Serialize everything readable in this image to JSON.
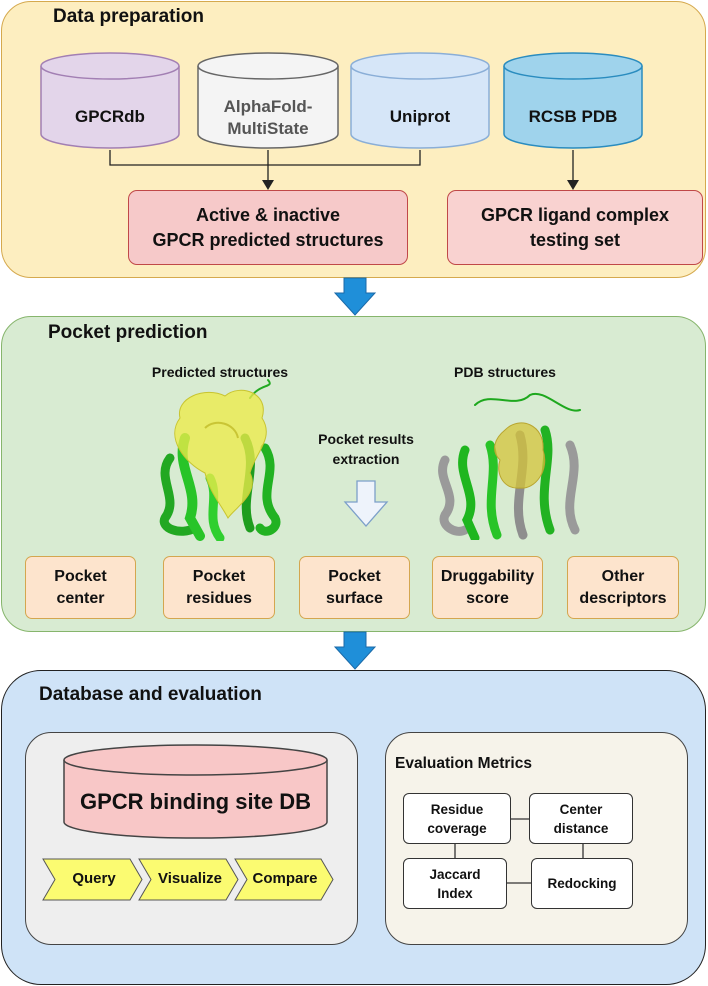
{
  "panels": {
    "data_preparation": {
      "title": "Data preparation",
      "sources": [
        "GPCRdb",
        "AlphaFold-\nMultiState",
        "Uniprot",
        "RCSB PDB"
      ],
      "outputs": [
        "Active & inactive\nGPCR predicted structures",
        "GPCR ligand complex\ntesting set"
      ]
    },
    "pocket_prediction": {
      "title": "Pocket prediction",
      "predicted_label": "Predicted structures",
      "pdb_label": "PDB structures",
      "extraction_label": "Pocket results\nextraction",
      "descriptors": [
        "Pocket\ncenter",
        "Pocket\nresidues",
        "Pocket\nsurface",
        "Druggability\nscore",
        "Other\ndescriptors"
      ]
    },
    "database_evaluation": {
      "title": "Database and evaluation",
      "db_label": "GPCR binding site DB",
      "actions": [
        "Query",
        "Visualize",
        "Compare"
      ],
      "metrics_title": "Evaluation Metrics",
      "metrics": [
        "Residue\ncoverage",
        "Center\ndistance",
        "Jaccard\nIndex",
        "Redocking"
      ]
    }
  },
  "colors": {
    "panel1_fill": "#fdeec0",
    "panel2_fill": "#d8ebd2",
    "panel3_fill": "#cfe3f7",
    "gpcrdb": "#e3d5ea",
    "alphafold": "#f4f4f4",
    "uniprot": "#d6e6f8",
    "rcsb": "#9fd3ec",
    "pink_box": "#f6c9c9",
    "arrow_blue": "#1f8fd9",
    "protein_green": "#22c022",
    "pocket_yellow": "#ecea4a"
  }
}
